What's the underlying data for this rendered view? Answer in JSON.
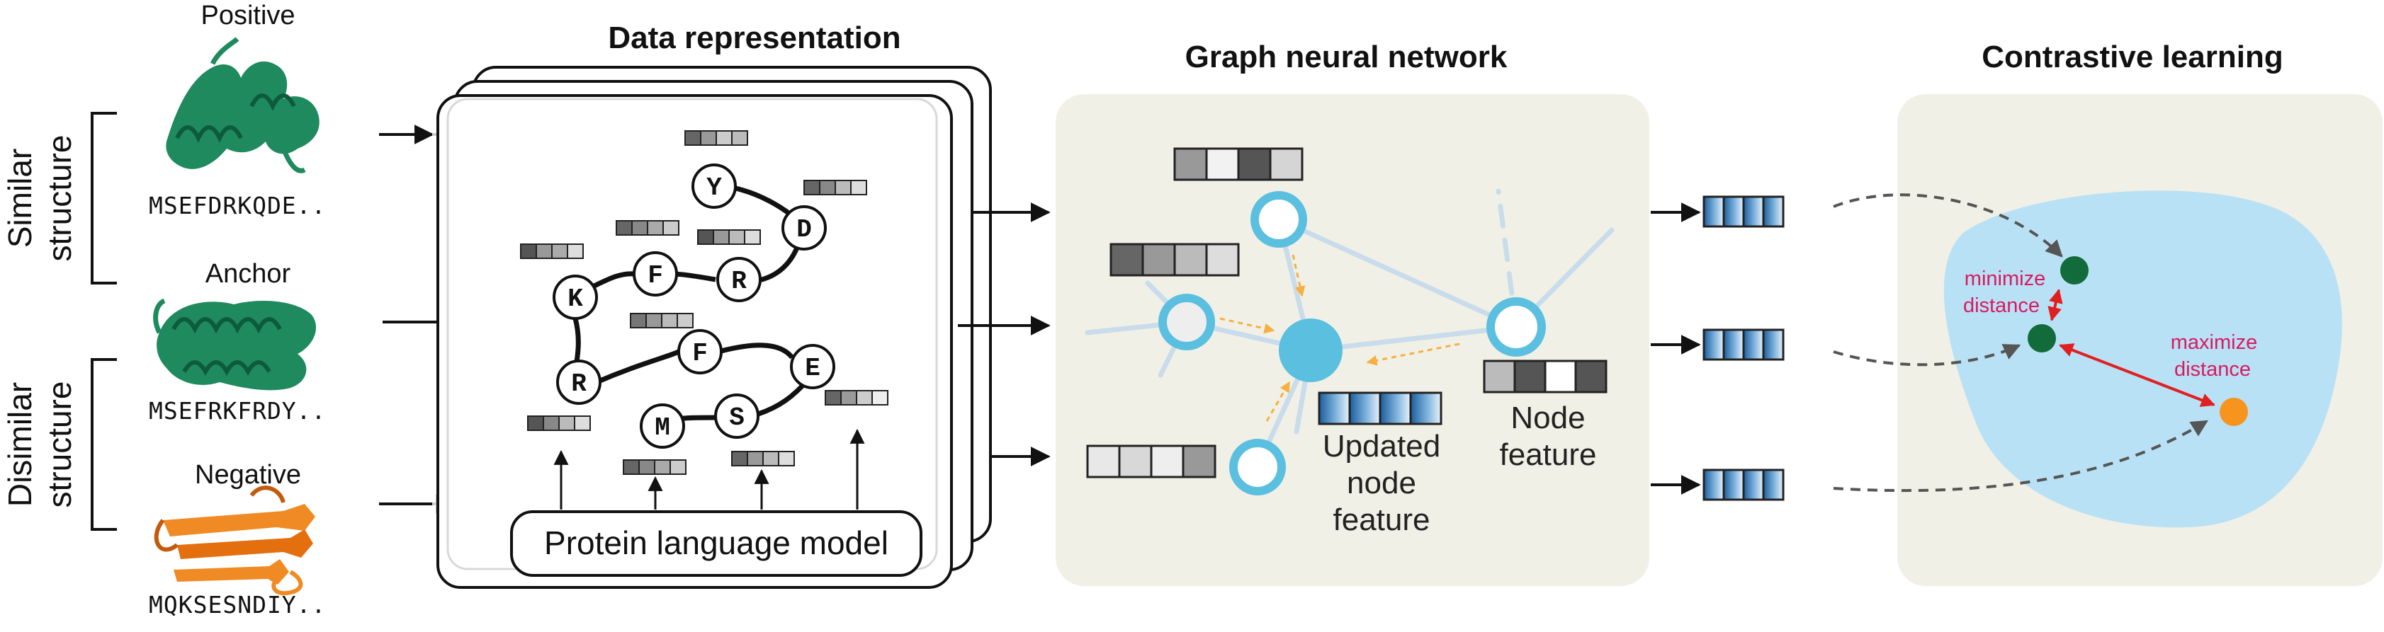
{
  "sections": {
    "data_representation": "Data representation",
    "graph_neural_network": "Graph neural network",
    "contrastive_learning": "Contrastive learning"
  },
  "proteins": {
    "positive": {
      "label": "Positive",
      "sequence": "MSEFDRKQDE..",
      "color": "#1e8a5e"
    },
    "anchor": {
      "label": "Anchor",
      "sequence": "MSEFRKFRDY..",
      "color": "#1e8a5e"
    },
    "negative": {
      "label": "Negative",
      "sequence": "MQKSESNDIY..",
      "color": "#f08a24"
    }
  },
  "groups": {
    "similar_line1": "Similar",
    "similar_line2": "structure",
    "dissimilar_line1": "Disimilar",
    "dissimilar_line2": "structure"
  },
  "residues": {
    "Y": "Y",
    "D": "D",
    "K": "K",
    "F1": "F",
    "R1": "R",
    "F2": "F",
    "E": "E",
    "R2": "R",
    "M": "M",
    "S": "S"
  },
  "plm_label": "Protein language model",
  "gnn": {
    "updated_line1": "Updated",
    "updated_line2": "node",
    "updated_line3": "feature",
    "node_line1": "Node",
    "node_line2": "feature"
  },
  "contrastive": {
    "minimize_line1": "minimize",
    "minimize_line2": "distance",
    "maximize_line1": "maximize",
    "maximize_line2": "distance"
  },
  "colors": {
    "gnn_panel": "#f1f0e6",
    "embedding_space": "#b9e1f5",
    "node_ring": "#5bbfe0",
    "edge": "#c9dceb",
    "anchor_dot": "#116b3a",
    "negative_dot": "#f7941d",
    "distance_arrow": "#e02020",
    "message_arrow": "#f5b041"
  }
}
